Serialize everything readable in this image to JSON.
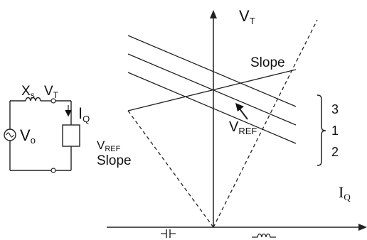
{
  "axes": {
    "y_label_main": "V",
    "y_label_sub": "T",
    "x_label_main": "I",
    "x_label_sub": "Q"
  },
  "circuit": {
    "reactance_main": "X",
    "reactance_sub": "s",
    "terminal_main": "V",
    "terminal_sub": "T",
    "current_main": "I",
    "current_sub": "Q",
    "source_main": "V",
    "source_sub": "o"
  },
  "labels": {
    "slope_top": "Slope",
    "vref_main": "V",
    "vref_sub": "REF",
    "left_vref_main": "V",
    "left_vref_sub": "REF",
    "left_slope": "Slope"
  },
  "brace_numbers": [
    "3",
    "1",
    "2"
  ],
  "colors": {
    "ink": "#222222",
    "background": "#ffffff"
  }
}
